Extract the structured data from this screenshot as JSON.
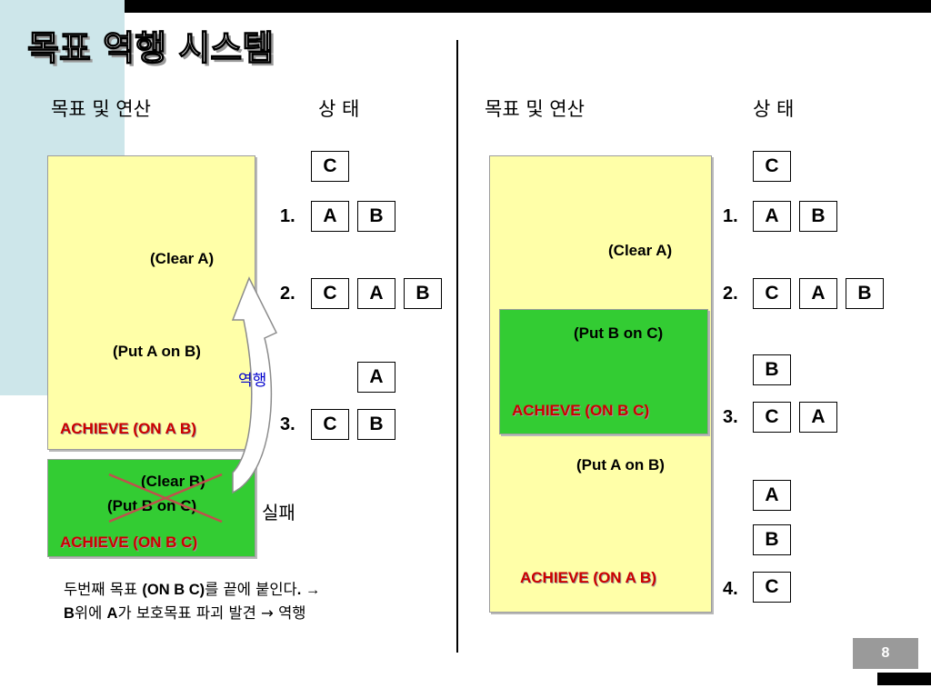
{
  "title": "목표 역행 시스템",
  "left": {
    "header_goal": "목표 및 연산",
    "header_state": "상 태",
    "ops": [
      "(Clear A)",
      "(Put A on B)"
    ],
    "achieve": "ACHIEVE (ON A B)",
    "failed": {
      "ops": [
        "(Clear B)",
        "(Put B on C)"
      ],
      "achieve": "ACHIEVE (ON B C)"
    },
    "regress_label": "역행",
    "fail_label": "실패",
    "states": {
      "s0": [
        "C"
      ],
      "s1_num": "1.",
      "s1": [
        "A",
        "B"
      ],
      "s2_num": "2.",
      "s2": [
        "C",
        "A",
        "B"
      ],
      "s3_top": [
        "A"
      ],
      "s3_num": "3.",
      "s3": [
        "C",
        "B"
      ]
    },
    "note_line1": {
      "a": "두번째 목표 ",
      "b": "(ON B C)",
      "c": "를 끝에 붙인다",
      "d": ". →"
    },
    "note_line2": {
      "a": "B",
      "b": "위에 ",
      "c": "A",
      "d": "가 보호목표 파괴 발견 → 역행"
    }
  },
  "right": {
    "header_goal": "목표 및 연산",
    "header_state": "상 태",
    "ops": [
      "(Clear A)",
      "(Put B on C)",
      "(Put A on B)"
    ],
    "achieve_bc": "ACHIEVE (ON B C)",
    "achieve_ab": "ACHIEVE (ON A B)",
    "states": {
      "s0": [
        "C"
      ],
      "s1_num": "1.",
      "s1": [
        "A",
        "B"
      ],
      "s2_num": "2.",
      "s2": [
        "C",
        "A",
        "B"
      ],
      "s3_top": [
        "B"
      ],
      "s3_num": "3.",
      "s3": [
        "C",
        "A"
      ],
      "s4_stack": [
        "A",
        "B"
      ],
      "s4_num": "4.",
      "s4": [
        "C"
      ]
    }
  },
  "page_number": "8"
}
